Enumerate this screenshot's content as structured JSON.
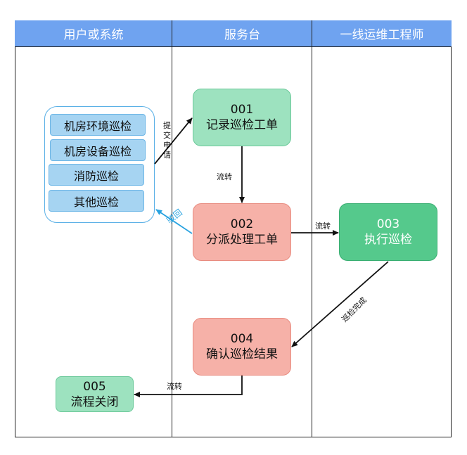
{
  "lanes": [
    "用户或系统",
    "服务台",
    "一线运维工程师"
  ],
  "group_items": [
    "机房环境巡检",
    "机房设备巡检",
    "消防巡检",
    "其他巡检"
  ],
  "nodes": {
    "n001": {
      "code": "001",
      "label": "记录巡检工单"
    },
    "n002": {
      "code": "002",
      "label": "分派处理工单"
    },
    "n003": {
      "code": "003",
      "label": "执行巡检"
    },
    "n004": {
      "code": "004",
      "label": "确认巡检结果"
    },
    "n005": {
      "code": "005",
      "label": "流程关闭"
    }
  },
  "edge_labels": {
    "submit": "提交申请",
    "flow_1_2": "流转",
    "reject": "驳回",
    "flow_2_3": "流转",
    "done": "巡检完成",
    "flow_4_5": "流转"
  },
  "colors": {
    "lane_header": "#6fa3f0",
    "reject_arrow": "#29a3e0"
  }
}
